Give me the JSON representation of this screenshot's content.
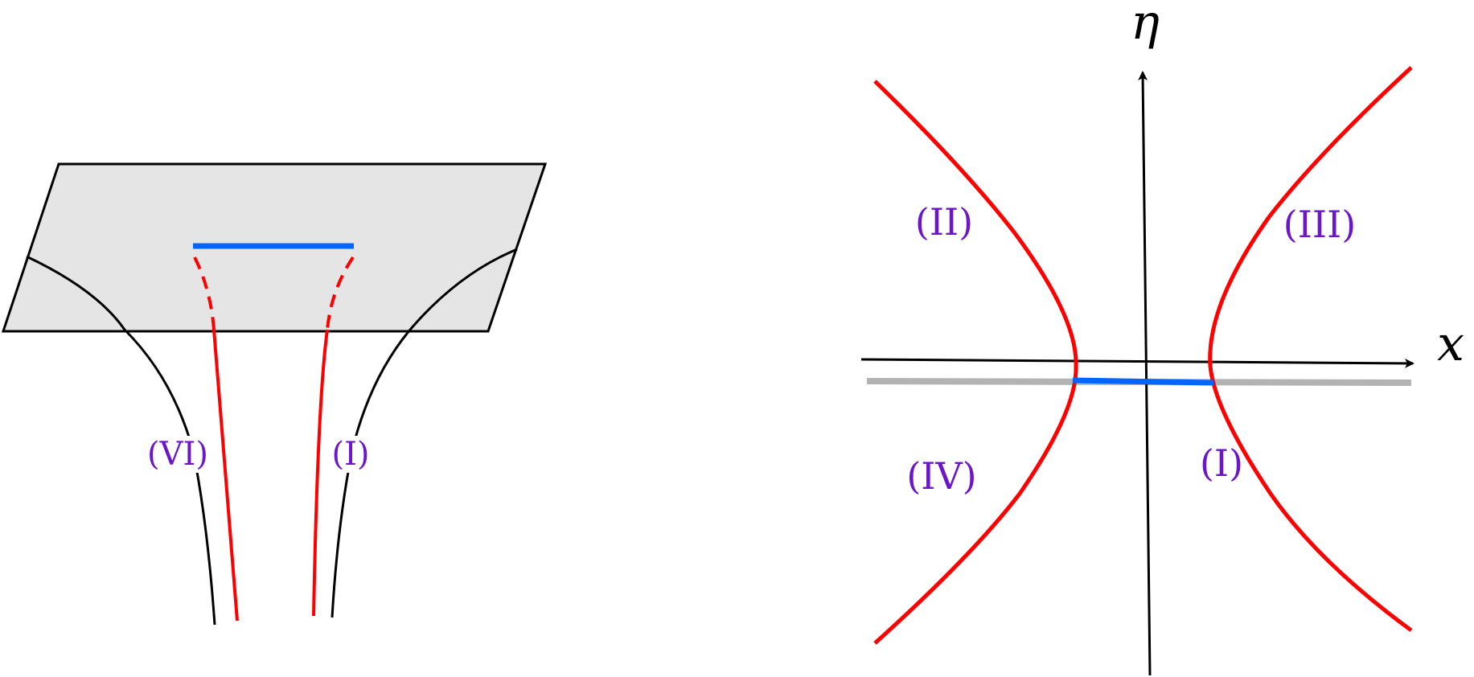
{
  "left_diagram": {
    "labels": {
      "region_vi": "(VI)",
      "region_i": "(I)"
    }
  },
  "right_diagram": {
    "axes": {
      "x_label": "x",
      "y_label": "η"
    },
    "labels": {
      "region_ii": "(II)",
      "region_iii": "(III)",
      "region_iv": "(IV)",
      "region_i": "(I)"
    }
  },
  "colors": {
    "red": "#ff0000",
    "blue": "#0066ff",
    "gray_plane": "#e5e5e5",
    "gray_line": "#b3b3b3",
    "purple_text": "#6b16c9",
    "black": "#000000"
  }
}
